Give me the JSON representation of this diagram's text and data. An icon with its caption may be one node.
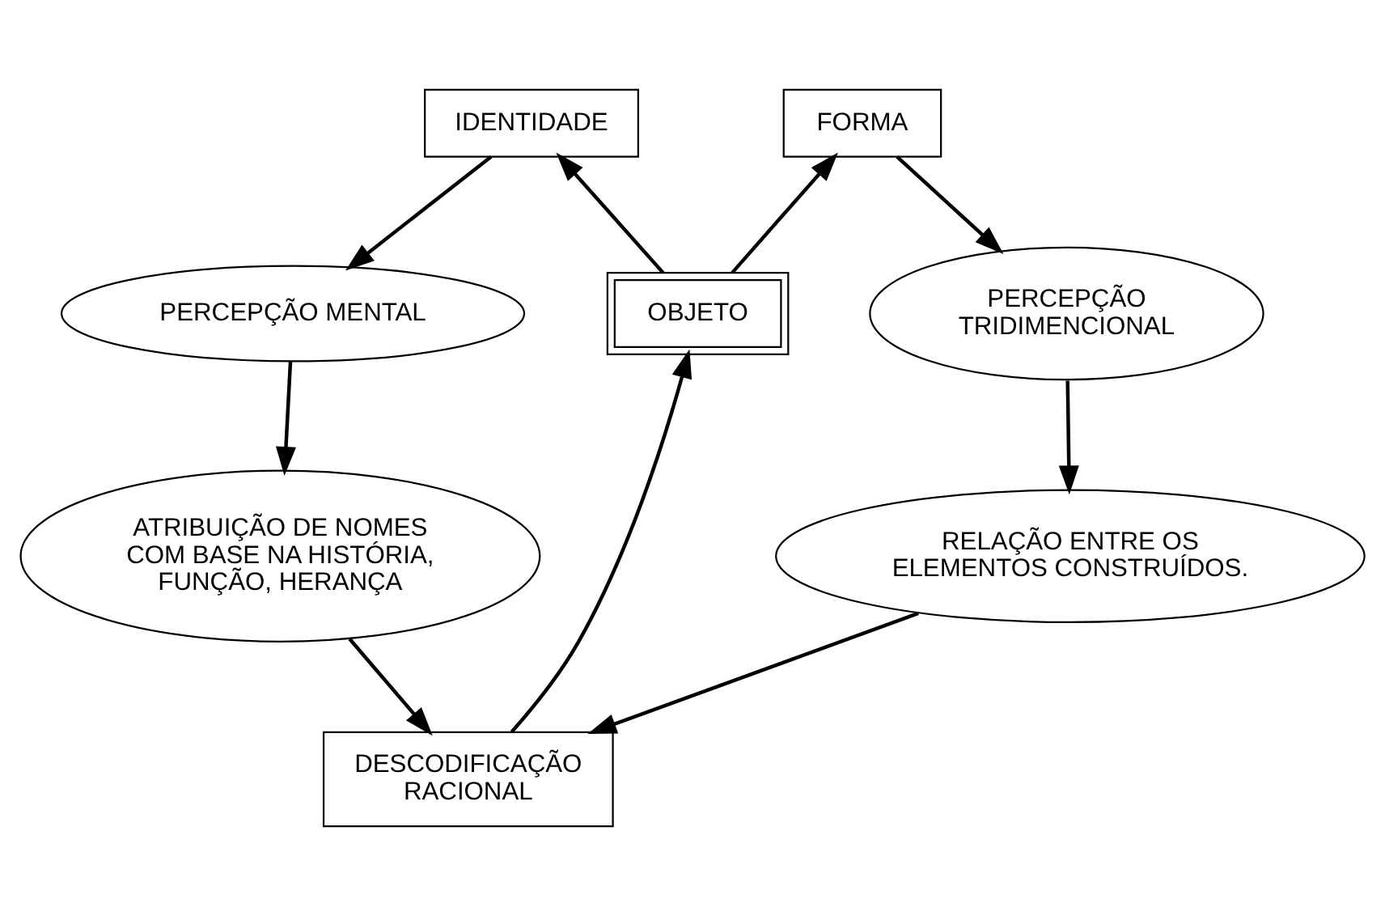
{
  "diagram": {
    "nodes": [
      {
        "text": [
          "IDENTIDADE"
        ]
      },
      {
        "text": [
          "FORMA"
        ]
      },
      {
        "text": [
          "PERCEPÇÃO MENTAL"
        ]
      },
      {
        "text": [
          "OBJETO"
        ]
      },
      {
        "text": [
          "PERCEPÇÃO TRIDIMENCIONAL"
        ]
      },
      {
        "text": [
          "ATRIBUIÇÃO DE NOMES COM BASE NA HISTÓRIA, FUNÇÃO, HERANÇA"
        ]
      },
      {
        "text": [
          "RELAÇÃO ENTRE OS ELEMENTOS CONSTRUÍDOS."
        ]
      },
      {
        "text": [
          "DESCODIFICAÇÃO RACIONAL"
        ]
      }
    ],
    "edges": [
      {
        "from": 3,
        "to": 0,
        "arrow": "to"
      },
      {
        "from": 3,
        "to": 1,
        "arrow": "to"
      },
      {
        "from": 0,
        "to": 2,
        "arrow": "to"
      },
      {
        "from": 2,
        "to": 5,
        "arrow": "to"
      },
      {
        "from": 5,
        "to": 7,
        "arrow": "to"
      },
      {
        "from": 1,
        "to": 4,
        "arrow": "to"
      },
      {
        "from": 4,
        "to": 6,
        "arrow": "to"
      },
      {
        "from": 6,
        "to": 7,
        "arrow": "to"
      },
      {
        "from": 7,
        "to": 3,
        "arrow": "to"
      }
    ]
  }
}
